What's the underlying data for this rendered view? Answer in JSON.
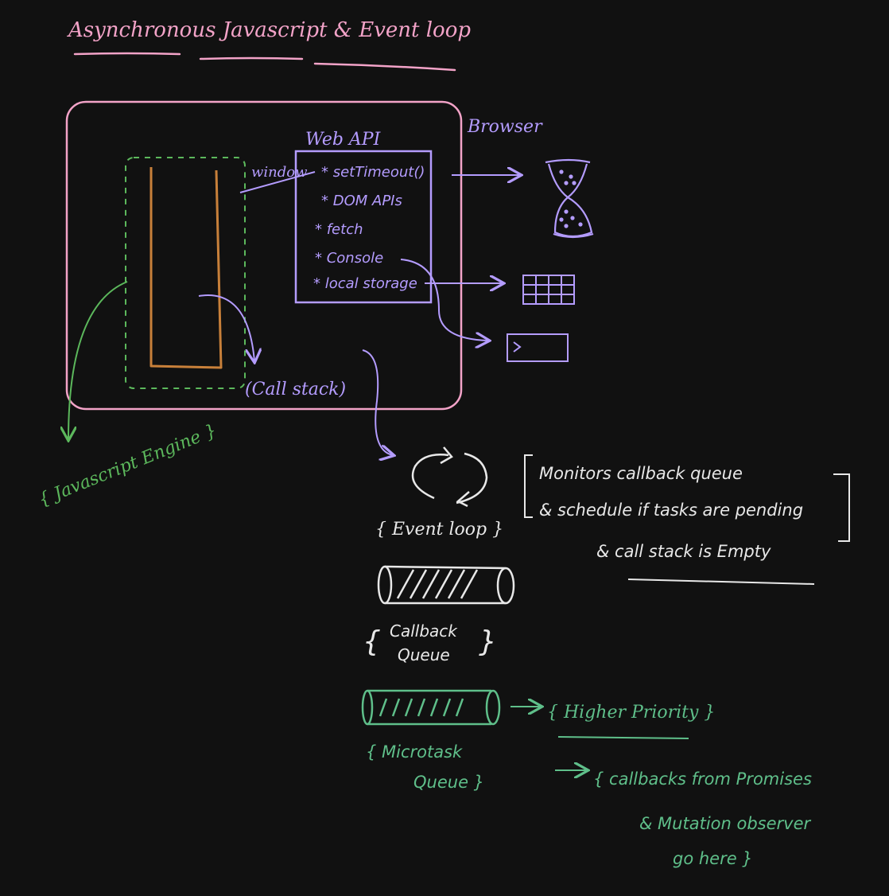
{
  "title": "Asynchronous Javascript & Event loop",
  "browser_label": "Browser",
  "web_api": {
    "title": "Web API",
    "window_label": "window",
    "items": [
      "* setTimeout()",
      "* DOM APIs",
      "* fetch",
      "* Console",
      "* local storage"
    ]
  },
  "call_stack_label": "(Call stack)",
  "js_engine_label": "{ Javascript Engine }",
  "event_loop": {
    "label": "{ Event loop }",
    "note_lines": [
      "Monitors callback queue",
      "& schedule if tasks are pending",
      "& call stack is Empty"
    ]
  },
  "callback_queue": {
    "label_line1": "Callback",
    "label_line2": "Queue"
  },
  "microtask_queue": {
    "label_line1": "{ Microtask",
    "label_line2": "Queue }",
    "priority_note": "{ Higher Priority }",
    "note_lines": [
      "{ callbacks from Promises",
      "& Mutation observer",
      "go here }"
    ]
  },
  "colors": {
    "background": "#111111",
    "pink": "#f3a3c8",
    "purple": "#b49cff",
    "green": "#5cb85c",
    "teal": "#5fbf8a",
    "orange": "#c8803a",
    "white": "#e8e8e8"
  }
}
